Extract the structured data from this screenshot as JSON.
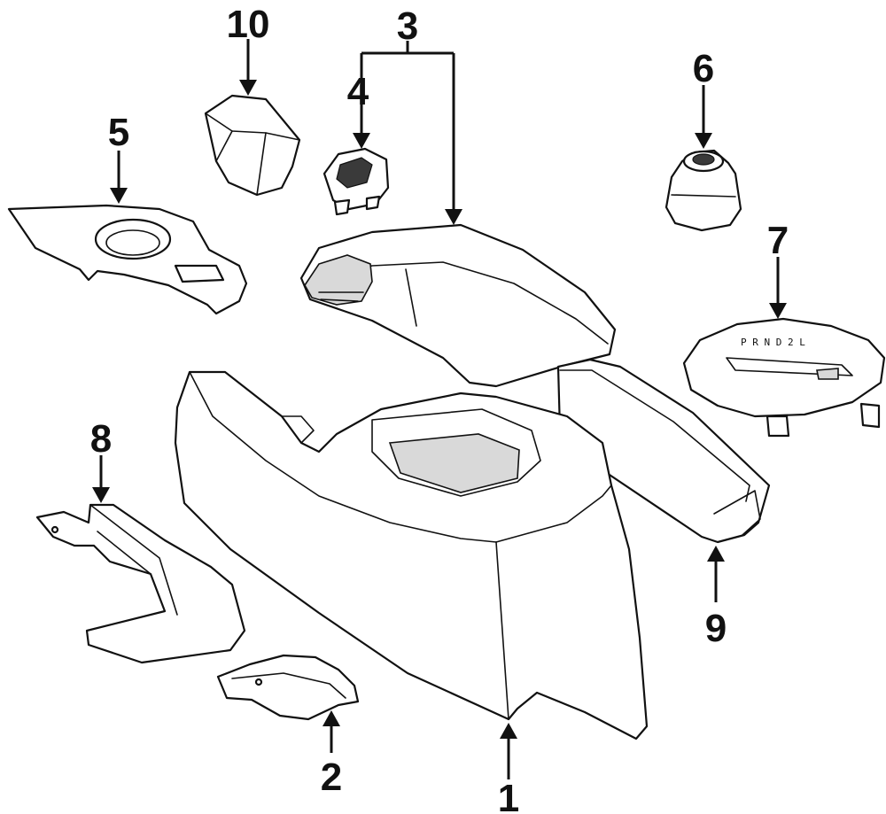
{
  "diagram": {
    "type": "exploded-parts-diagram",
    "line_color": "#111111",
    "background": "#ffffff",
    "callouts": [
      {
        "id": "1",
        "label": "1"
      },
      {
        "id": "2",
        "label": "2"
      },
      {
        "id": "3",
        "label": "3"
      },
      {
        "id": "4",
        "label": "4"
      },
      {
        "id": "5",
        "label": "5"
      },
      {
        "id": "6",
        "label": "6"
      },
      {
        "id": "7",
        "label": "7"
      },
      {
        "id": "8",
        "label": "8"
      },
      {
        "id": "9",
        "label": "9"
      },
      {
        "id": "10",
        "label": "10"
      }
    ],
    "shifter_plate_text": "P R N D 2 L"
  }
}
